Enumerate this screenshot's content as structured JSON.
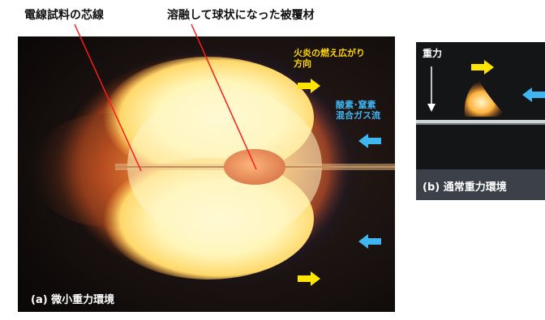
{
  "labels": {
    "core": "電線試料の芯線",
    "coating": "溶融して球状になった被覆材",
    "flame_spread_line1": "火炎の燃え広がり",
    "flame_spread_line2": "方向",
    "gas_flow_line1": "酸素･窒素",
    "gas_flow_line2": "混合ガス流",
    "gravity": "重力",
    "panel_a": "(a)  微小重力環境",
    "panel_b": "(b)  通常重力環境"
  },
  "icons": {
    "flame_direction_arrow": "arrow-right-icon",
    "gas_flow_arrow": "arrow-left-icon",
    "gravity_arrow": "arrow-down-icon"
  },
  "colors": {
    "flame_arrow": "#ffe500",
    "gas_arrow": "#3fb6f0",
    "flame_label": "#ffd700",
    "gas_label": "#3fb6f0"
  }
}
